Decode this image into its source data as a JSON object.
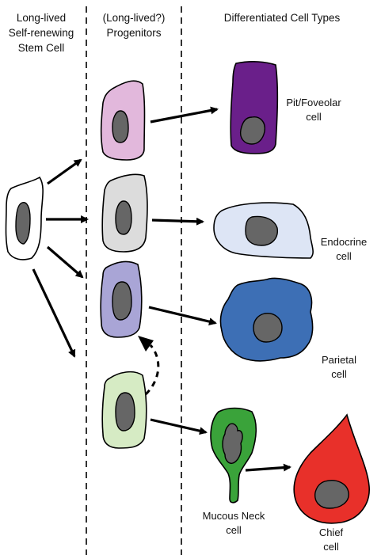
{
  "headers": {
    "stem": [
      "Long-lived",
      "Self-renewing",
      "Stem Cell"
    ],
    "progenitors": [
      "(Long-lived?)",
      "Progenitors"
    ],
    "differentiated": [
      "Differentiated Cell Types"
    ]
  },
  "cell_labels": {
    "pit": [
      "Pit/Foveolar",
      "cell"
    ],
    "endocrine": [
      "Endocrine",
      "cell"
    ],
    "parietal": [
      "Parietal",
      "cell"
    ],
    "mucous_neck": [
      "Mucous Neck",
      "cell"
    ],
    "chief": [
      "Chief",
      "cell"
    ]
  },
  "colors": {
    "stem_cell": "#ffffff",
    "progenitor_pit": "#e2b8dc",
    "progenitor_endocrine": "#dcdcdc",
    "progenitor_parietal": "#a9a5d6",
    "progenitor_mucous": "#d6ebc4",
    "pit_cell": "#6a1f8a",
    "endocrine_cell": "#dde5f5",
    "parietal_cell": "#3d6fb5",
    "mucous_neck_cell": "#3aa33a",
    "chief_cell": "#e8302a",
    "nucleus": "#666666"
  }
}
